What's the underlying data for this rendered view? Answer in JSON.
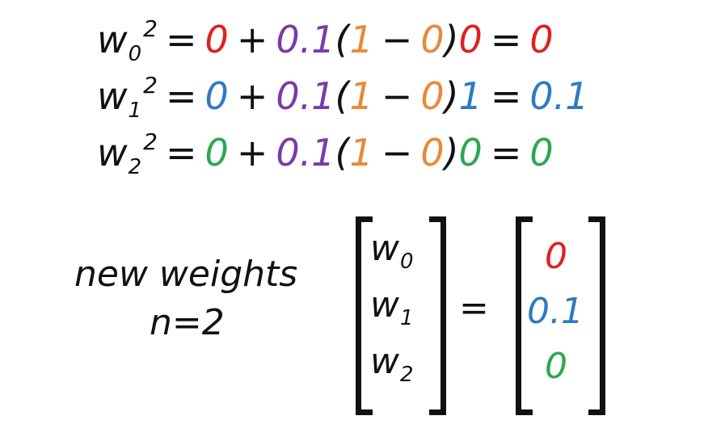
{
  "colors": {
    "ink": "#111111",
    "red": "#e0211f",
    "purple": "#7b3aa8",
    "orange": "#e8893a",
    "blue": "#2f79c2",
    "green": "#2ca84e"
  },
  "equations": [
    {
      "lhs_var": "w",
      "lhs_sub": "0",
      "lhs_sup": "2",
      "eq1": "=",
      "t_old": "0",
      "plus": "+",
      "t_rate": "0.1",
      "lparen": "(",
      "t_target": "1",
      "minus": "−",
      "t_out": "0",
      "rparen": ")",
      "t_input": "0",
      "eq2": "=",
      "t_result": "0",
      "var_color": "red"
    },
    {
      "lhs_var": "w",
      "lhs_sub": "1",
      "lhs_sup": "2",
      "eq1": "=",
      "t_old": "0",
      "plus": "+",
      "t_rate": "0.1",
      "lparen": "(",
      "t_target": "1",
      "minus": "−",
      "t_out": "0",
      "rparen": ")",
      "t_input": "1",
      "eq2": "=",
      "t_result": "0.1",
      "var_color": "blue"
    },
    {
      "lhs_var": "w",
      "lhs_sub": "2",
      "lhs_sup": "2",
      "eq1": "=",
      "t_old": "0",
      "plus": "+",
      "t_rate": "0.1",
      "lparen": "(",
      "t_target": "1",
      "minus": "−",
      "t_out": "0",
      "rparen": ")",
      "t_input": "0",
      "eq2": "=",
      "t_result": "0",
      "var_color": "green"
    }
  ],
  "caption": {
    "line1": "new weights",
    "line2": "n=2"
  },
  "vector_lhs": [
    {
      "var": "w",
      "sub": "0"
    },
    {
      "var": "w",
      "sub": "1"
    },
    {
      "var": "w",
      "sub": "2"
    }
  ],
  "vector_equals": "=",
  "vector_rhs": [
    {
      "value": "0",
      "color": "red"
    },
    {
      "value": "0.1",
      "color": "blue"
    },
    {
      "value": "0",
      "color": "green"
    }
  ]
}
